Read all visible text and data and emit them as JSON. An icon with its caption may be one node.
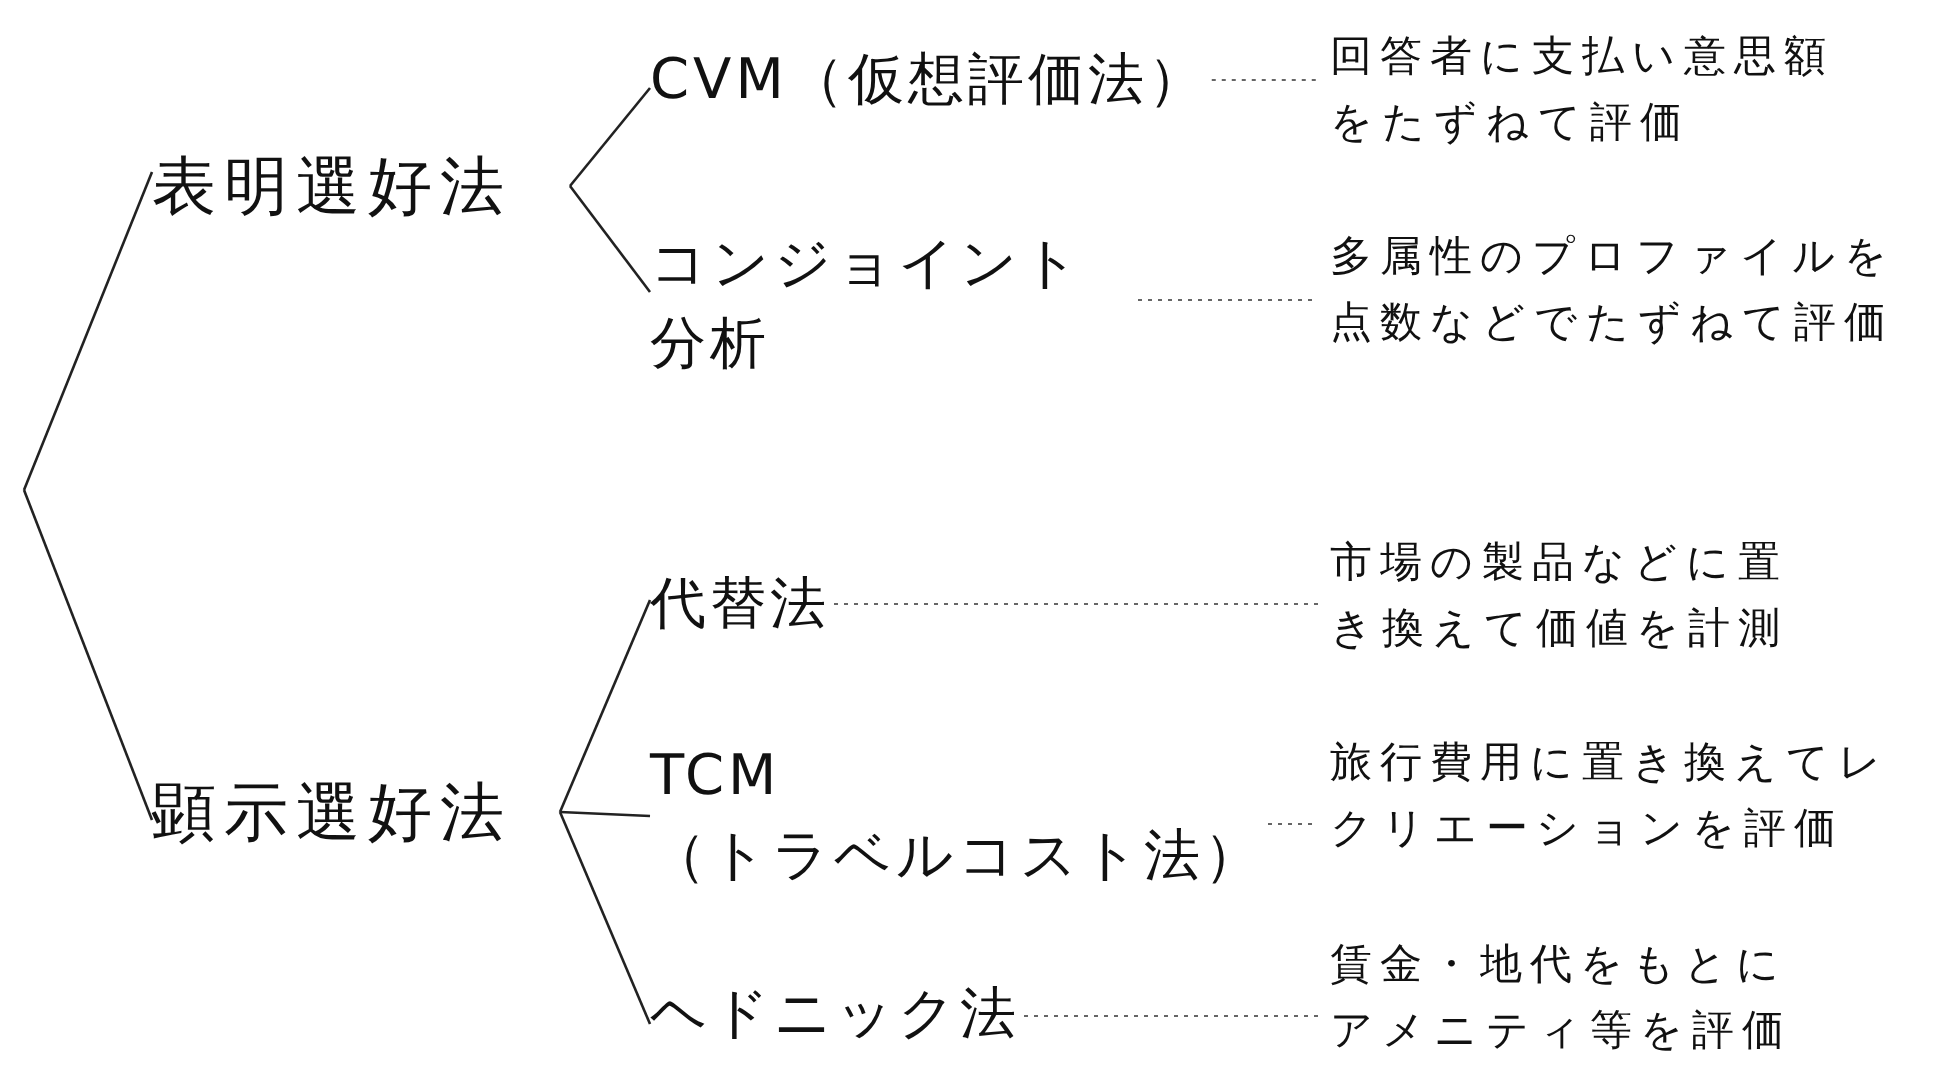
{
  "diagram": {
    "nodes": [
      {
        "text": [
          "表明選好法"
        ]
      },
      {
        "text": [
          "CVM（仮想評価法）"
        ]
      },
      {
        "text": [
          "回答者に支払い意思額をたずねて評価"
        ]
      },
      {
        "text": [
          "コンジョイント分析"
        ]
      },
      {
        "text": [
          "多属性のプロファイルを点数などでたずねて評価"
        ]
      },
      {
        "text": [
          "顕示選好法"
        ]
      },
      {
        "text": [
          "代替法"
        ]
      },
      {
        "text": [
          "市場の製品などに置き換えて価値を計測"
        ]
      },
      {
        "text": [
          "TCM",
          "（トラベルコスト法）"
        ]
      },
      {
        "text": [
          "旅行費用に置き換えてレクリエーションを評価"
        ]
      },
      {
        "text": [
          "ヘドニック法"
        ]
      },
      {
        "text": [
          "賃金・地代をもとにアメニティ等を評価"
        ]
      }
    ],
    "edges": [
      {
        "from": null,
        "to": 0,
        "arrow": "none"
      },
      {
        "from": null,
        "to": 5,
        "arrow": "none"
      },
      {
        "from": 0,
        "to": 1,
        "arrow": "none"
      },
      {
        "from": 0,
        "to": 3,
        "arrow": "none"
      },
      {
        "from": 5,
        "to": 6,
        "arrow": "none"
      },
      {
        "from": 5,
        "to": 8,
        "arrow": "none"
      },
      {
        "from": 5,
        "to": 10,
        "arrow": "none"
      },
      {
        "from": 1,
        "to": 2,
        "arrow": "none",
        "style": "dashed"
      },
      {
        "from": 3,
        "to": 4,
        "arrow": "none",
        "style": "dashed"
      },
      {
        "from": 6,
        "to": 7,
        "arrow": "none",
        "style": "dashed"
      },
      {
        "from": 8,
        "to": 9,
        "arrow": "none",
        "style": "dashed"
      },
      {
        "from": 10,
        "to": 11,
        "arrow": "none",
        "style": "dashed"
      }
    ]
  }
}
